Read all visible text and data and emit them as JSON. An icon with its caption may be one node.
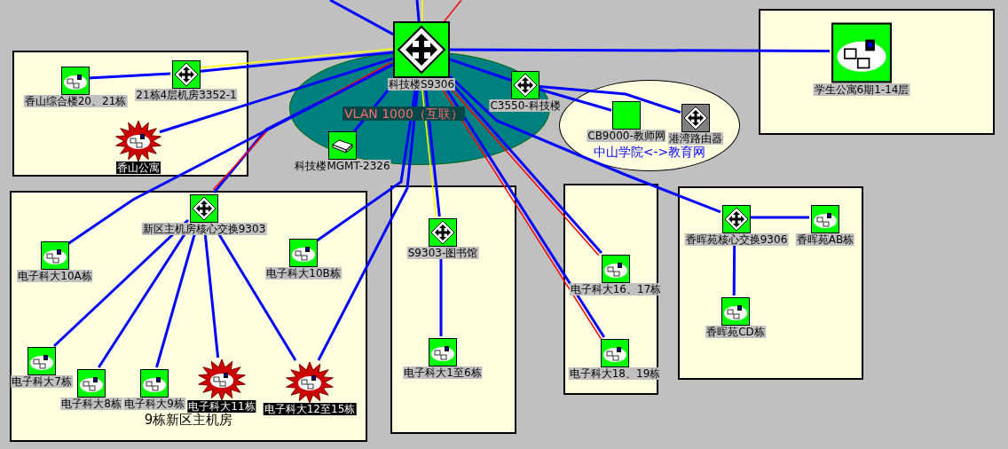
{
  "diagram": {
    "nodes": [
      {
        "text": [],
        "shape": "box"
      },
      {
        "text": [
          "香山综合楼20、21栋"
        ],
        "in": 0
      },
      {
        "text": [
          "21栋4层机房3352-1"
        ],
        "in": 0
      },
      {
        "text": [
          "香山公寓"
        ],
        "in": 0
      },
      {
        "text": [
          "科技楼S9306"
        ]
      },
      {
        "text": [
          "科技楼MGMT-2326"
        ]
      },
      {
        "text": [
          "C3550-科技楼"
        ]
      },
      {
        "text": [
          "中山学院<->教育网"
        ]
      },
      {
        "text": [
          "CB9000-教师网"
        ],
        "in": 7
      },
      {
        "text": [
          "港湾路由器"
        ],
        "in": 7
      },
      {
        "text": [],
        "shape": "box"
      },
      {
        "text": [
          "学生公寓6期1-14层"
        ],
        "in": 10
      },
      {
        "text": [
          "9栋新区主机房"
        ]
      },
      {
        "text": [
          "新区主机房核心交换9303"
        ],
        "in": 12
      },
      {
        "text": [
          "电子科大10A栋"
        ],
        "in": 12
      },
      {
        "text": [
          "电子科大10B栋"
        ],
        "in": 12
      },
      {
        "text": [
          "电子科大7栋"
        ],
        "in": 12
      },
      {
        "text": [
          "电子科大8栋"
        ],
        "in": 12
      },
      {
        "text": [
          "电子科大9栋"
        ],
        "in": 12
      },
      {
        "text": [
          "电子科大11栋"
        ],
        "in": 12
      },
      {
        "text": [
          "电子科大12至15栋"
        ],
        "in": 12
      },
      {
        "text": [],
        "shape": "box"
      },
      {
        "text": [
          "S9303-图书馆"
        ],
        "in": 21
      },
      {
        "text": [
          "电子科大1至6栋"
        ],
        "in": 21
      },
      {
        "text": [],
        "shape": "box"
      },
      {
        "text": [
          "电子科大16、17栋"
        ],
        "in": 24
      },
      {
        "text": [
          "电子科大18、19栋"
        ],
        "in": 24
      },
      {
        "text": [],
        "shape": "box"
      },
      {
        "text": [
          "香晖苑核心交换9306"
        ],
        "in": 27
      },
      {
        "text": [
          "香晖苑AB栋"
        ],
        "in": 27
      },
      {
        "text": [
          "香晖苑CD栋"
        ],
        "in": 27
      }
    ],
    "edges": [
      {
        "from": null,
        "to": 4,
        "arrow": "none"
      },
      {
        "from": null,
        "to": 4,
        "arrow": "none"
      },
      {
        "from": null,
        "to": 4,
        "arrow": "none",
        "color": "#ffff00"
      },
      {
        "from": null,
        "to": 4,
        "arrow": "none",
        "color": "#ff0000"
      },
      {
        "from": 4,
        "to": 2,
        "arrow": "none"
      },
      {
        "from": 4,
        "to": 2,
        "arrow": "none",
        "color": "#ffff00"
      },
      {
        "from": 2,
        "to": 1,
        "arrow": "none"
      },
      {
        "from": 4,
        "to": 3,
        "arrow": "none"
      },
      {
        "from": 4,
        "to": 11,
        "arrow": "none"
      },
      {
        "from": 4,
        "to": 6,
        "arrow": "none"
      },
      {
        "from": 6,
        "to": 8,
        "arrow": "none"
      },
      {
        "from": 6,
        "to": 9,
        "arrow": "none"
      },
      {
        "from": 4,
        "to": 28,
        "arrow": "none"
      },
      {
        "from": 4,
        "to": 5,
        "arrow": "none"
      },
      {
        "from": 4,
        "to": 13,
        "arrow": "none"
      },
      {
        "from": 4,
        "to": 13,
        "arrow": "none",
        "color": "#ff0000"
      },
      {
        "from": 4,
        "to": 14,
        "arrow": "none"
      },
      {
        "from": 4,
        "to": 15,
        "arrow": "none"
      },
      {
        "from": 4,
        "to": 20,
        "arrow": "none"
      },
      {
        "from": 4,
        "to": 22,
        "arrow": "none"
      },
      {
        "from": 4,
        "to": 22,
        "arrow": "none",
        "color": "#ffff00"
      },
      {
        "from": 4,
        "to": 25,
        "arrow": "none"
      },
      {
        "from": 4,
        "to": 25,
        "arrow": "none",
        "color": "#ff0000"
      },
      {
        "from": 4,
        "to": 26,
        "arrow": "none"
      },
      {
        "from": 4,
        "to": 26,
        "arrow": "none",
        "color": "#ff0000"
      },
      {
        "from": 13,
        "to": 16,
        "arrow": "none"
      },
      {
        "from": 13,
        "to": 17,
        "arrow": "none"
      },
      {
        "from": 13,
        "to": 18,
        "arrow": "none"
      },
      {
        "from": 13,
        "to": 19,
        "arrow": "none"
      },
      {
        "from": 13,
        "to": 20,
        "arrow": "none"
      },
      {
        "from": 22,
        "to": 23,
        "arrow": "none"
      },
      {
        "from": 28,
        "to": 29,
        "arrow": "none"
      },
      {
        "from": 28,
        "to": 30,
        "arrow": "none"
      }
    ],
    "labels": [
      "VLAN 1000（互联）"
    ]
  }
}
